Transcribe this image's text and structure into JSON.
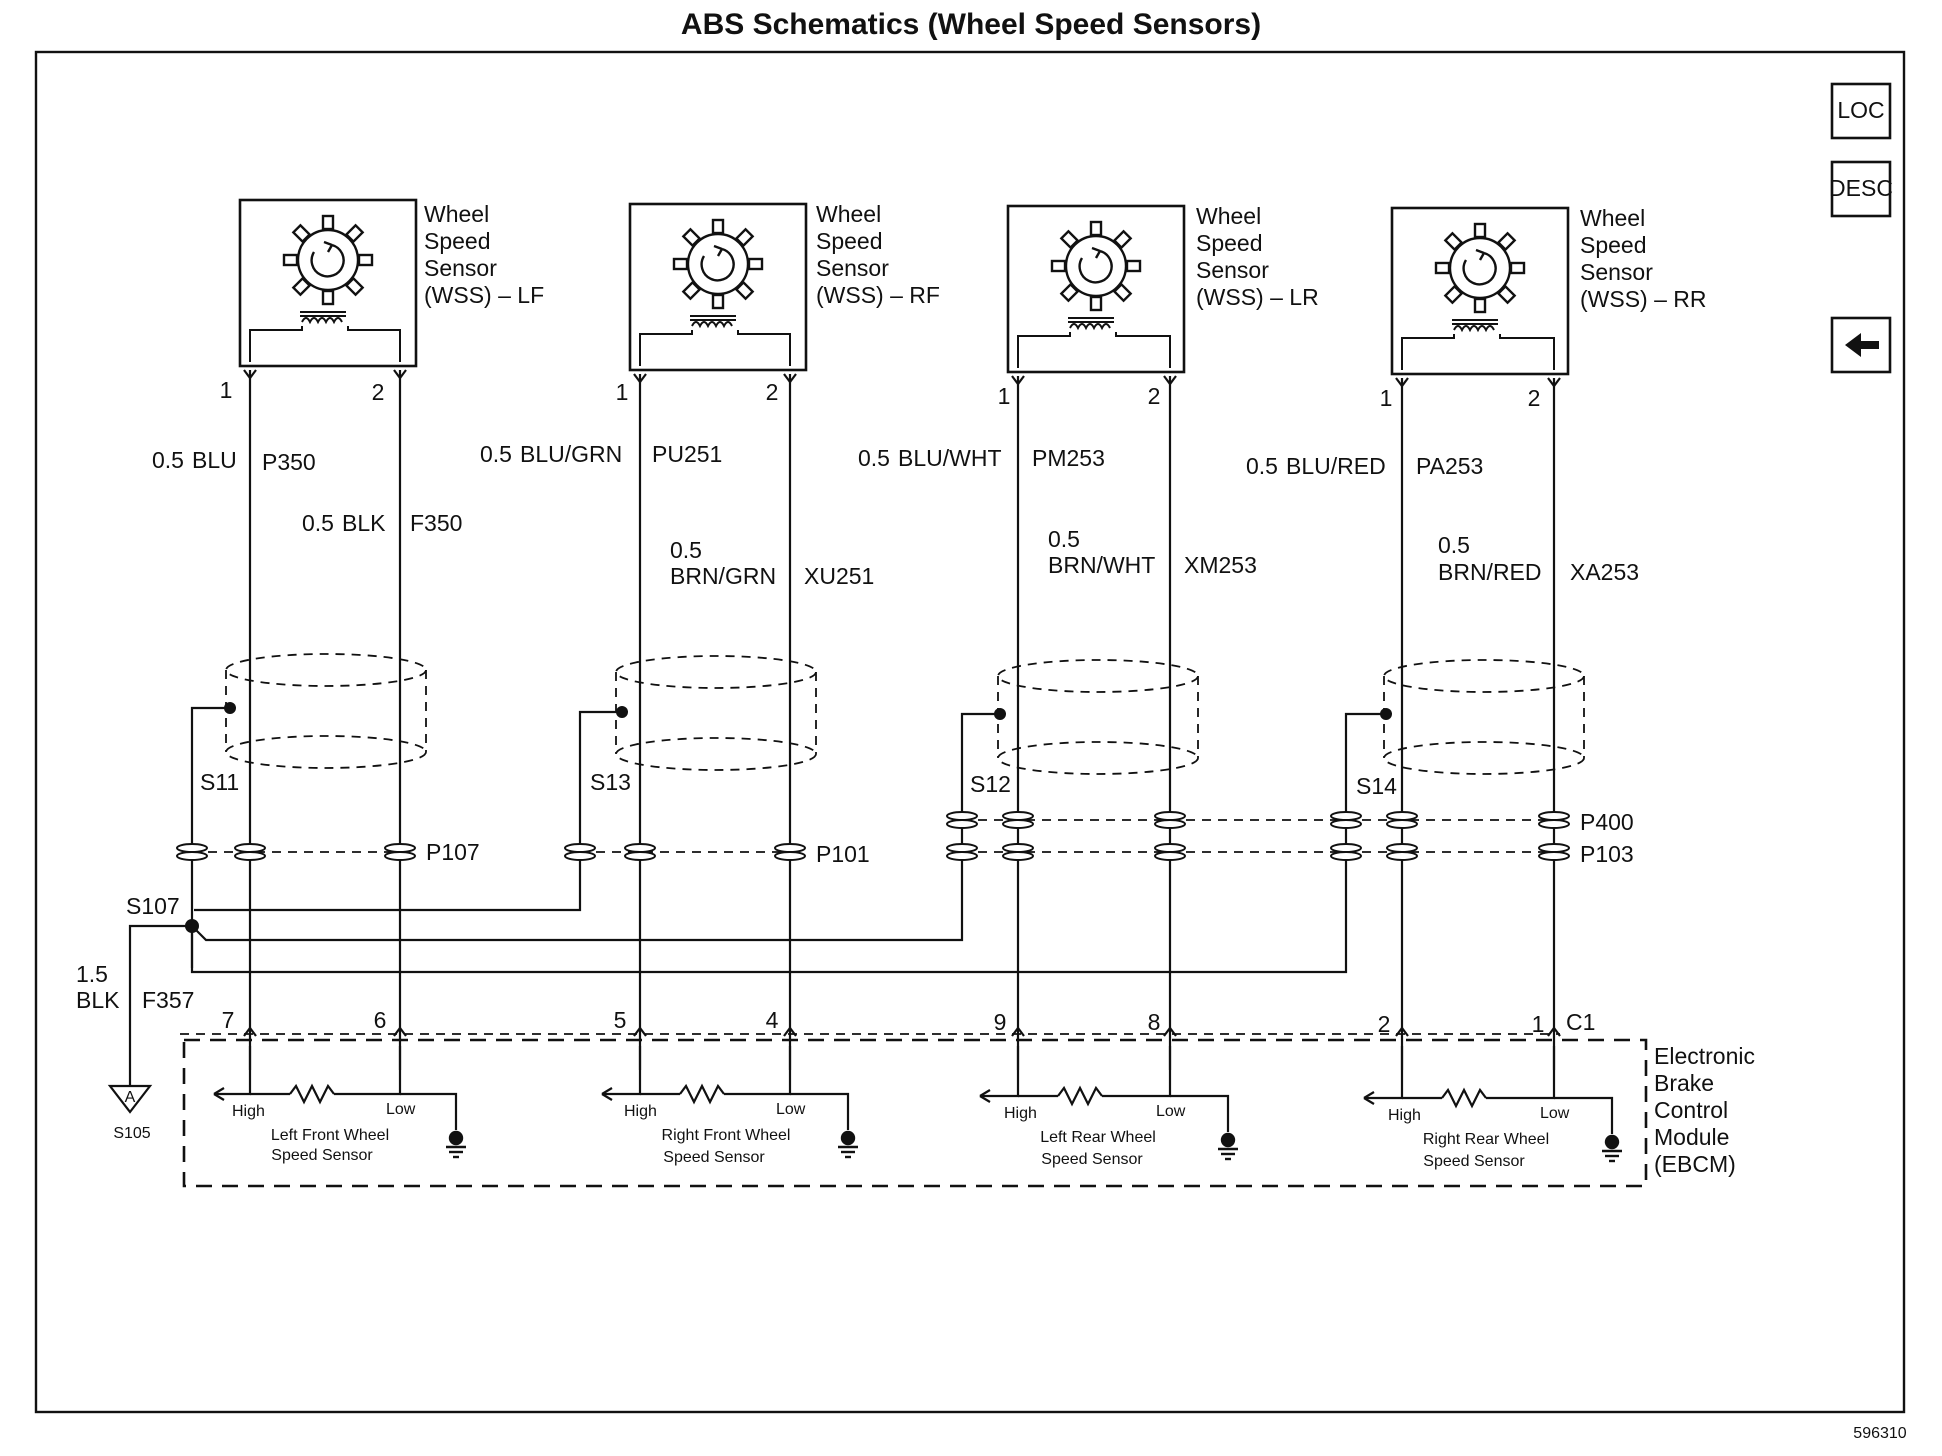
{
  "title": "ABS Schematics (Wheel Speed Sensors)",
  "side_buttons": {
    "loc": "LOC",
    "desc": "DESC"
  },
  "icons": [
    "loc-icon",
    "desc-icon",
    "back-arrow-icon",
    "ground-icon",
    "resistor-icon",
    "sensor-coil-icon",
    "reluctor-wheel-icon"
  ],
  "sensors": [
    {
      "name_lines": [
        "Wheel",
        "Speed",
        "Sensor",
        "(WSS) – LF"
      ],
      "pin1": "1",
      "pin2": "2",
      "wire1_size": "0.5",
      "wire1_color": "BLU",
      "wire1_circuit": "P350",
      "wire2_size": "0.5",
      "wire2_color": "BLK",
      "wire2_circuit": "F350",
      "splice": "S11",
      "ebcm_pin_high": "7",
      "ebcm_pin_low": "6",
      "ebcm_label_lines": [
        "Left Front Wheel",
        "Speed Sensor"
      ]
    },
    {
      "name_lines": [
        "Wheel",
        "Speed",
        "Sensor",
        "(WSS) – RF"
      ],
      "pin1": "1",
      "pin2": "2",
      "wire1_size": "0.5",
      "wire1_color": "BLU/GRN",
      "wire1_circuit": "PU251",
      "wire2_size": "0.5",
      "wire2_color": "BRN/GRN",
      "wire2_circuit": "XU251",
      "splice": "S13",
      "ebcm_pin_high": "5",
      "ebcm_pin_low": "4",
      "ebcm_label_lines": [
        "Right Front Wheel",
        "Speed Sensor"
      ]
    },
    {
      "name_lines": [
        "Wheel",
        "Speed",
        "Sensor",
        "(WSS) – LR"
      ],
      "pin1": "1",
      "pin2": "2",
      "wire1_size": "0.5",
      "wire1_color": "BLU/WHT",
      "wire1_circuit": "PM253",
      "wire2_size": "0.5",
      "wire2_color": "BRN/WHT",
      "wire2_circuit": "XM253",
      "splice": "S12",
      "ebcm_pin_high": "9",
      "ebcm_pin_low": "8",
      "ebcm_label_lines": [
        "Left Rear Wheel",
        "Speed Sensor"
      ]
    },
    {
      "name_lines": [
        "Wheel",
        "Speed",
        "Sensor",
        "(WSS) – RR"
      ],
      "pin1": "1",
      "pin2": "2",
      "wire1_size": "0.5",
      "wire1_color": "BLU/RED",
      "wire1_circuit": "PA253",
      "wire2_size": "0.5",
      "wire2_color": "BRN/RED",
      "wire2_circuit": "XA253",
      "splice": "S14",
      "ebcm_pin_high": "2",
      "ebcm_pin_low": "1",
      "ebcm_label_lines": [
        "Right Rear Wheel",
        "Speed Sensor"
      ]
    }
  ],
  "connectors": {
    "p107": "P107",
    "p101": "P101",
    "p400": "P400",
    "p103": "P103",
    "c1": "C1"
  },
  "ground_splice": {
    "name": "S107",
    "wire_size": "1.5",
    "wire_color": "BLK",
    "wire_circuit": "F357",
    "ground_point": "S105",
    "ground_letter": "A"
  },
  "ebcm": {
    "high": "High",
    "low": "Low",
    "name_lines": [
      "Electronic",
      "Brake",
      "Control",
      "Module",
      "(EBCM)"
    ]
  },
  "figure_number": "596310"
}
